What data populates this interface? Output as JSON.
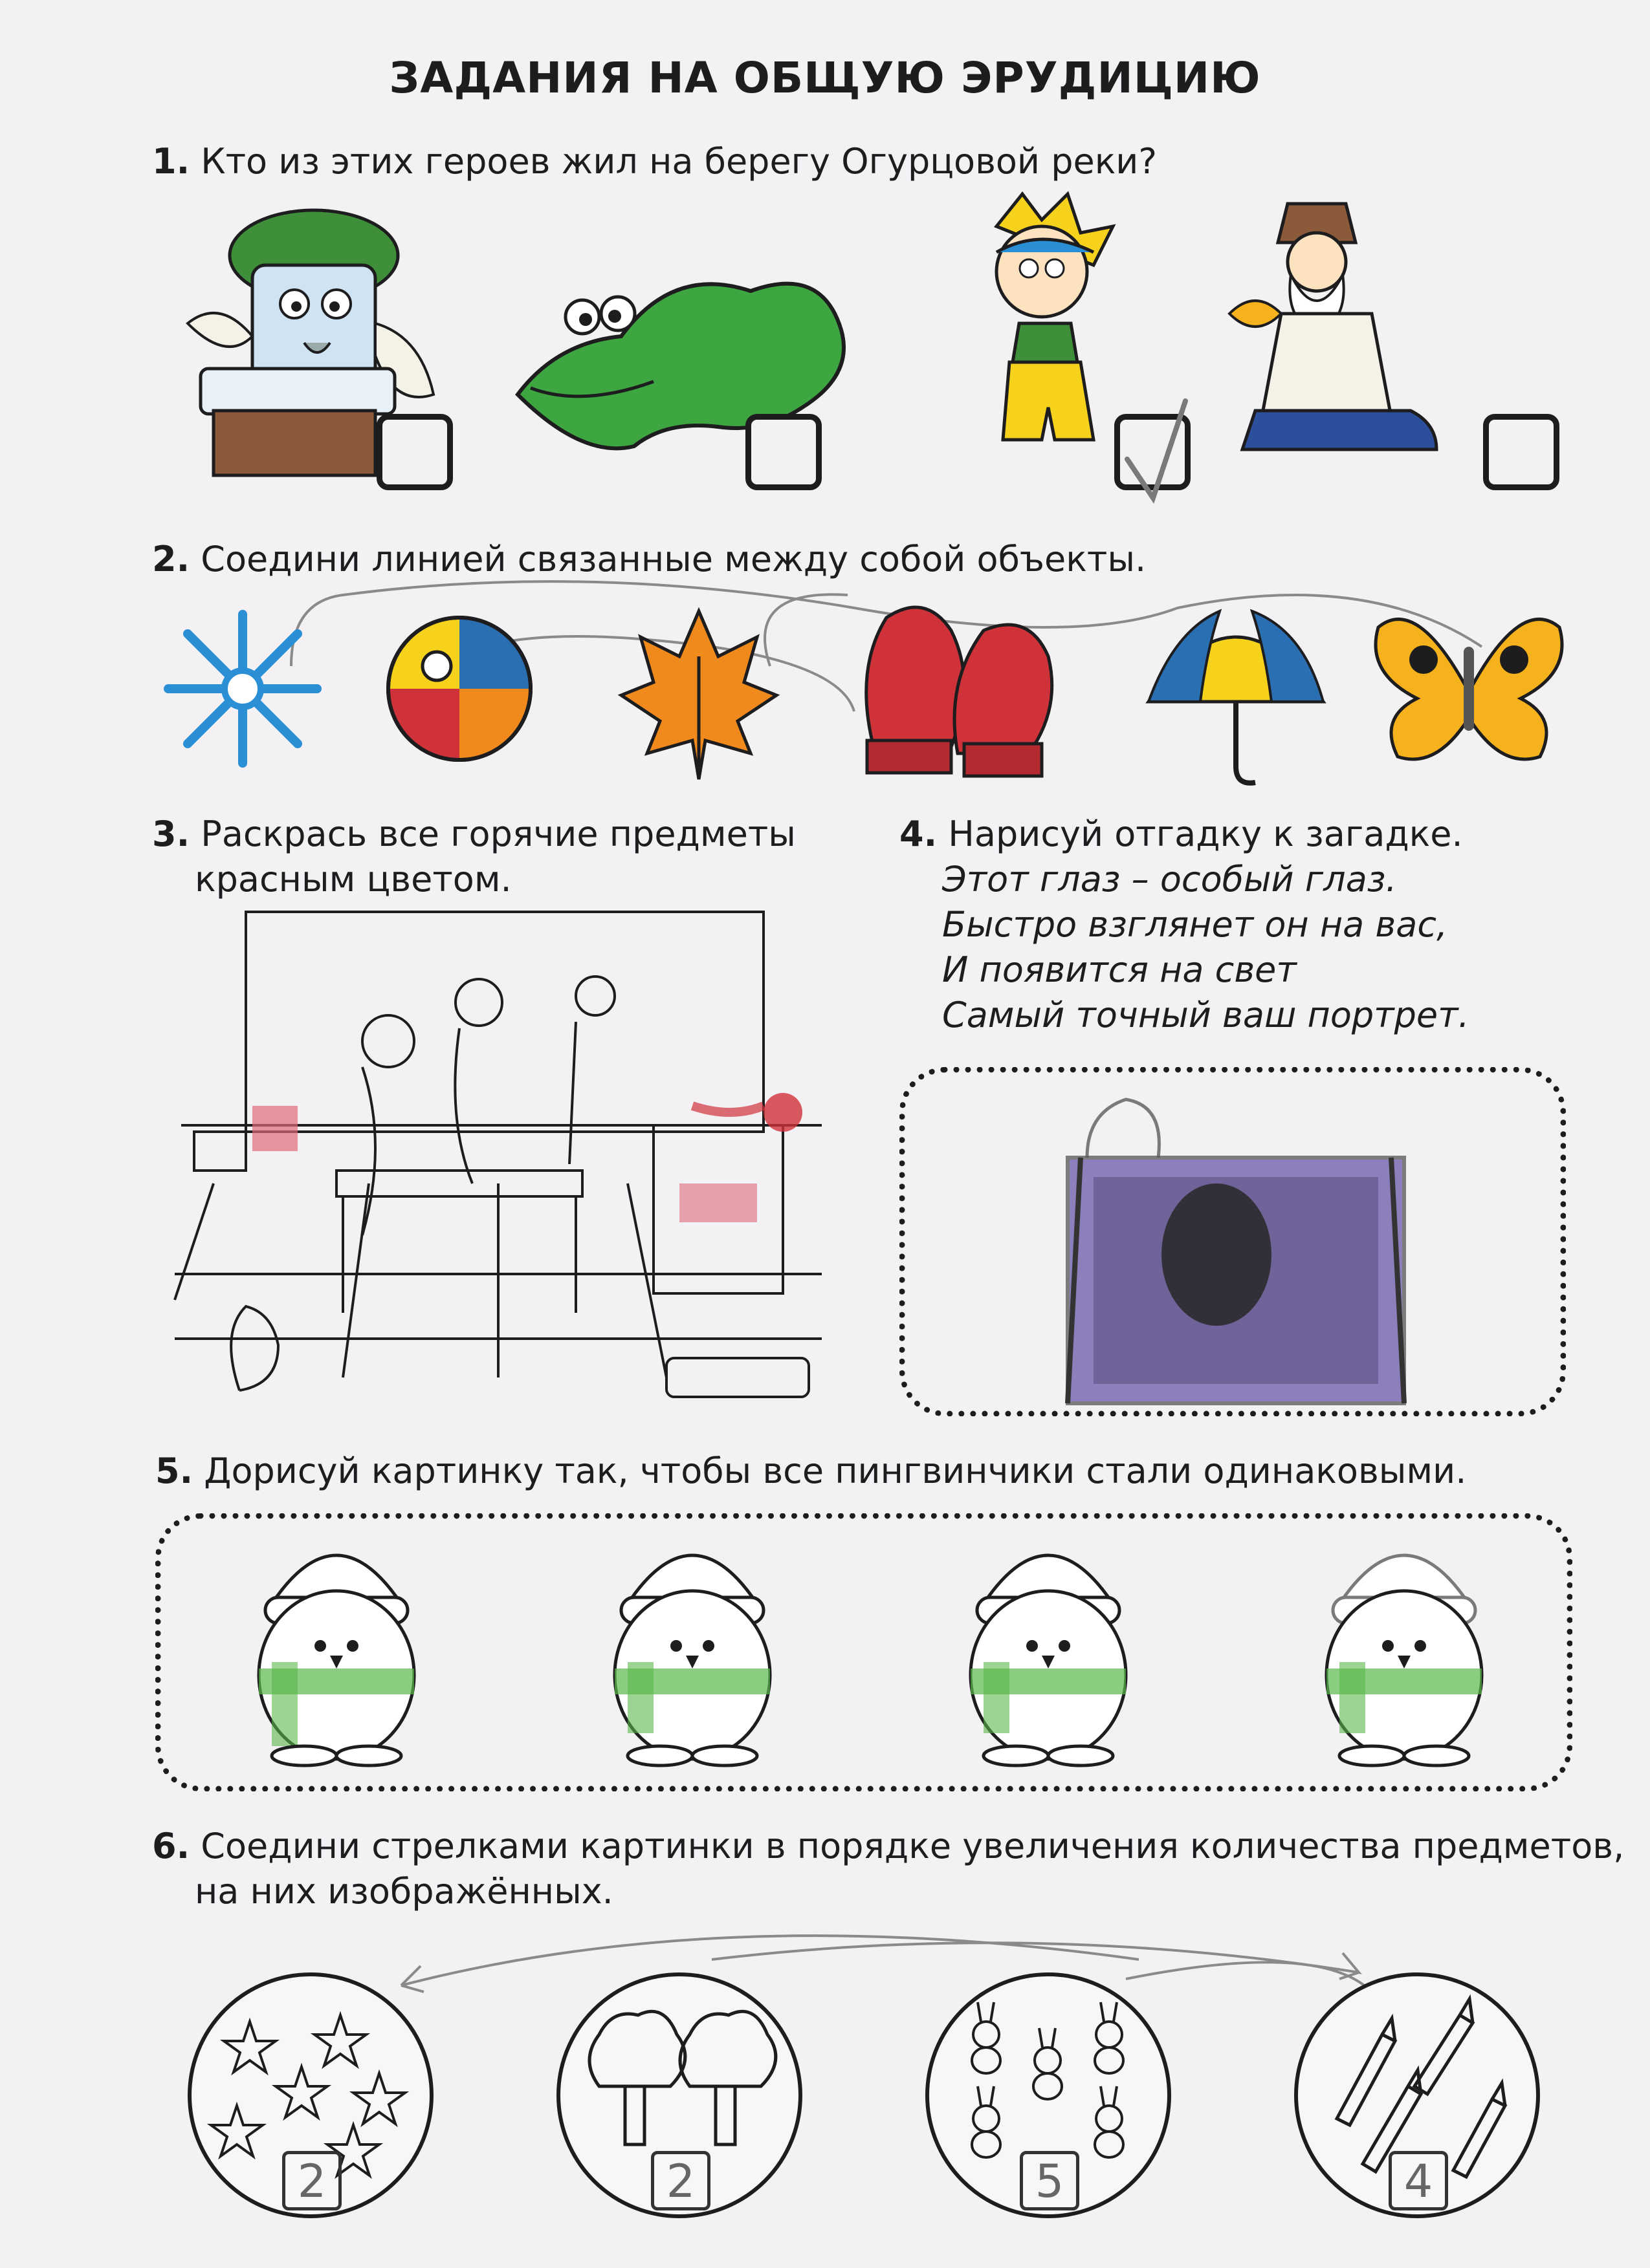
{
  "title": "ЗАДАНИЯ НА ОБЩУЮ ЭРУДИЦИЮ",
  "q1": {
    "num": "1.",
    "text": "Кто из этих героев жил на берегу Огурцовой реки?"
  },
  "q2": {
    "num": "2.",
    "text": "Соедини линией связанные между собой объекты."
  },
  "q3": {
    "num": "3.",
    "line1": "Раскрась все горячие предметы",
    "line2": "красным цветом."
  },
  "q4": {
    "num": "4.",
    "text": "Нарисуй отгадку к загадке.",
    "riddle": [
      "Этот глаз – особый глаз.",
      "Быстро взглянет он на вас,",
      "И появится на свет",
      "Самый точный ваш портрет."
    ]
  },
  "q5": {
    "num": "5.",
    "text": "Дорисуй картинку так, чтобы все пингвинчики стали одинаковыми."
  },
  "q6": {
    "num": "6.",
    "line1": "Соедини стрелками картинки в порядке увеличения количества предметов,",
    "line2": "на них изображённых."
  },
  "q6_answers": [
    "2",
    "2",
    "5",
    "4"
  ],
  "colors": {
    "ink": "#1d1d1f",
    "pencil": "#7a7a7a",
    "green": "#5ab84a",
    "red": "#d0323a",
    "blue": "#2b6fb3",
    "orange": "#f08a1c",
    "yellow": "#f6d21c",
    "violet": "#6b5aa8"
  }
}
